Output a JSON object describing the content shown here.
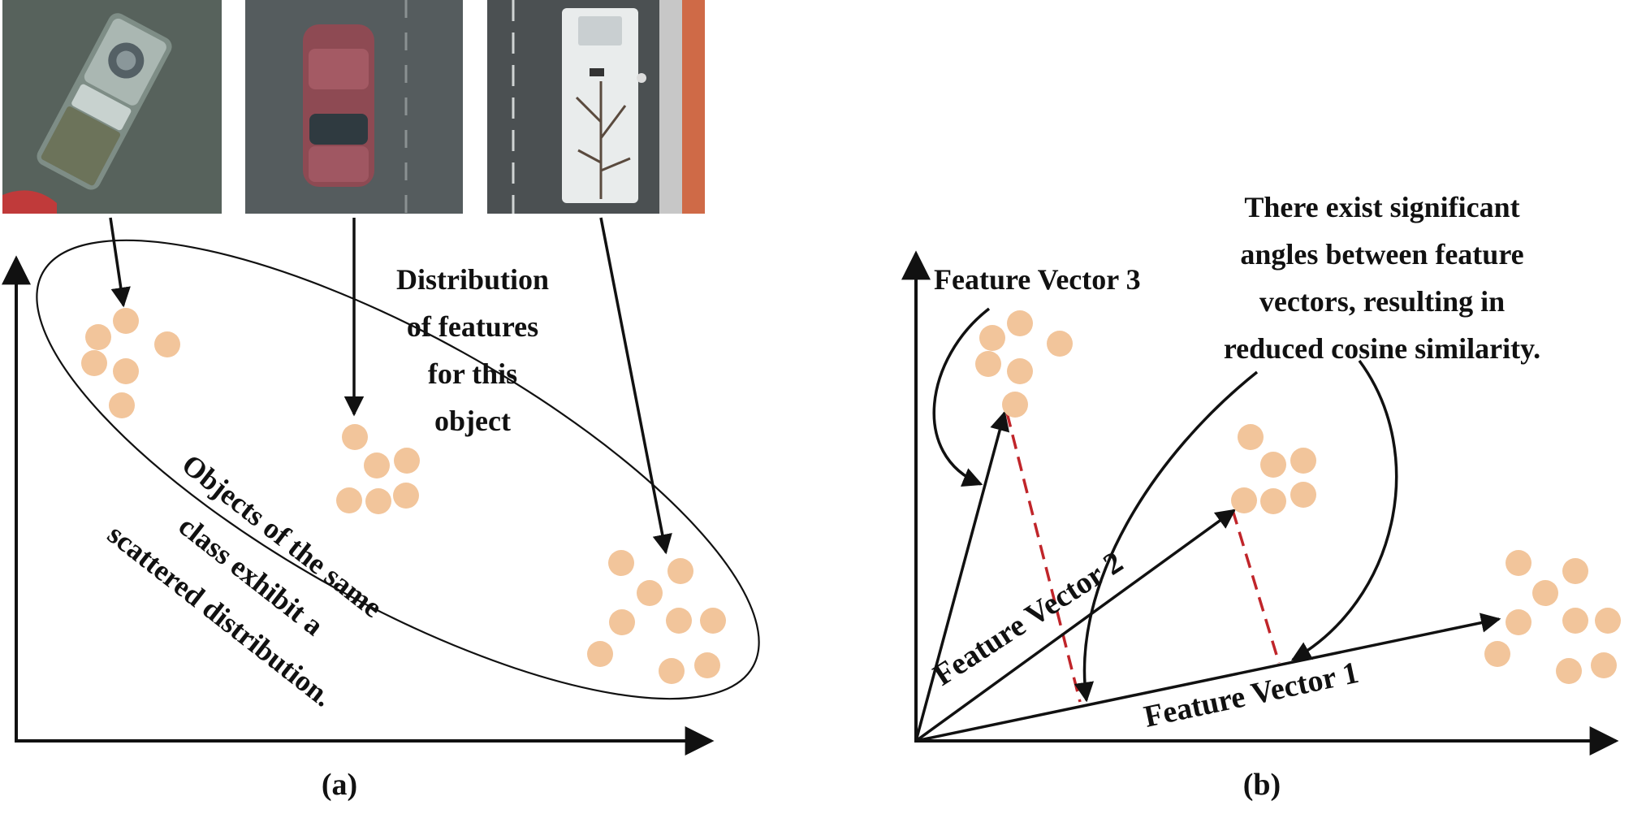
{
  "panel_a": {
    "caption": "(a)",
    "photos": [
      {
        "name": "truck-photo",
        "subject": "pickup truck, top view"
      },
      {
        "name": "car-photo",
        "subject": "red car, top view"
      },
      {
        "name": "bus-photo",
        "subject": "white bus, top view"
      }
    ],
    "distribution_label": [
      "Distribution",
      "of features",
      "for this",
      "object"
    ],
    "scatter_label": [
      "Objects of the same",
      "class exhibit a",
      "scattered distribution."
    ]
  },
  "panel_b": {
    "caption": "(b)",
    "note": [
      "There exist significant",
      "angles between feature",
      "vectors, resulting in",
      "reduced cosine similarity."
    ],
    "vector_1": "Feature Vector 1",
    "vector_2": "Feature Vector 2",
    "vector_3": "Feature Vector 3"
  },
  "colors": {
    "dot": "#f2c59b",
    "ink": "#111111",
    "projection": "#c0252a"
  }
}
